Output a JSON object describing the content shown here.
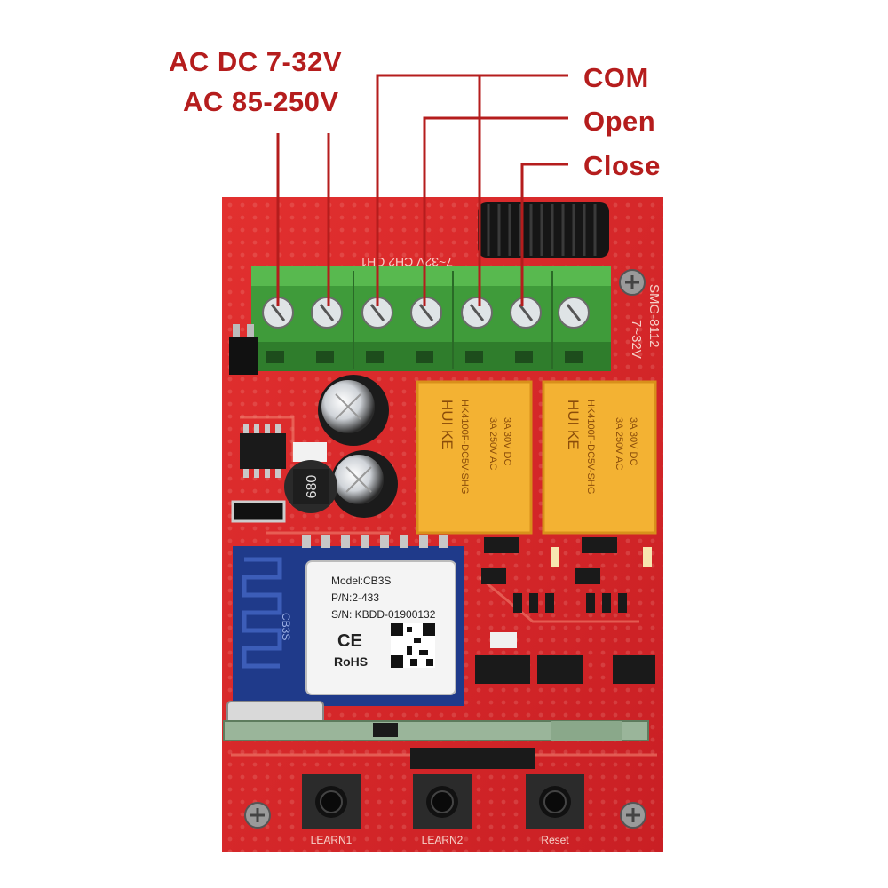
{
  "labels": {
    "ac_dc": "AC  DC 7-32V",
    "ac_85": "AC  85-250V",
    "com": "COM",
    "open": "Open",
    "close": "Close"
  },
  "board": {
    "silk_top": "7~32V   CH2   CH1",
    "silk_side_a": "7~32V",
    "silk_side_b": "SMG-8112",
    "inductor": "680",
    "antenna_label": "CB3S"
  },
  "relay": {
    "brand": "HUI KE",
    "model": "HK4100F-DC5V-SHG",
    "rating_ac": "3A 250V AC",
    "rating_dc": "3A 30V DC"
  },
  "module": {
    "model": "Model:CB3S",
    "pn": "P/N:2-433",
    "sn": "S/N: KBDD-01900132",
    "ce": "CE",
    "rohs": "RoHS"
  },
  "buttons": {
    "learn1": "LEARN1",
    "learn2": "LEARN2",
    "reset": "Reset"
  },
  "colors": {
    "label_red": "#b51d1d",
    "pcb_red": "#d8262a",
    "terminal_green": "#3f9b3a",
    "relay_yellow": "#f3b233"
  }
}
